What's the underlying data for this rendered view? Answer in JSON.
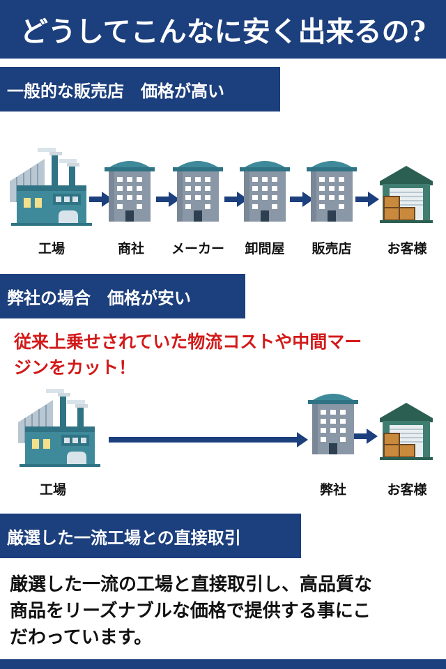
{
  "title": "どうしてこんなに安く出来るの?",
  "section1": {
    "heading": "一般的な販売店　価格が高い",
    "labels": [
      "工場",
      "商社",
      "メーカー",
      "卸問屋",
      "販売店",
      "お客様"
    ]
  },
  "section2": {
    "heading": "弊社の場合　価格が安い",
    "note_line1": "従来上乗せされていた物流コストや中間マー",
    "note_line2": "ジンをカット！",
    "labels": [
      "工場",
      "弊社",
      "お客様"
    ]
  },
  "section3": {
    "heading": "厳選した一流工場との直接取引",
    "body_line1": "厳選した一流の工場と直接取引し、高品質な",
    "body_line2": "商品をリーズナブルな価格で提供する事にこ",
    "body_line3": "だわっています。"
  },
  "colors": {
    "navy": "#1c3f7d",
    "red": "#d21a1a",
    "building": "#8a97a6",
    "factory": "#3f8a9a"
  },
  "icons": [
    "factory-icon",
    "building-icon",
    "warehouse-icon",
    "arrow-right-icon"
  ]
}
